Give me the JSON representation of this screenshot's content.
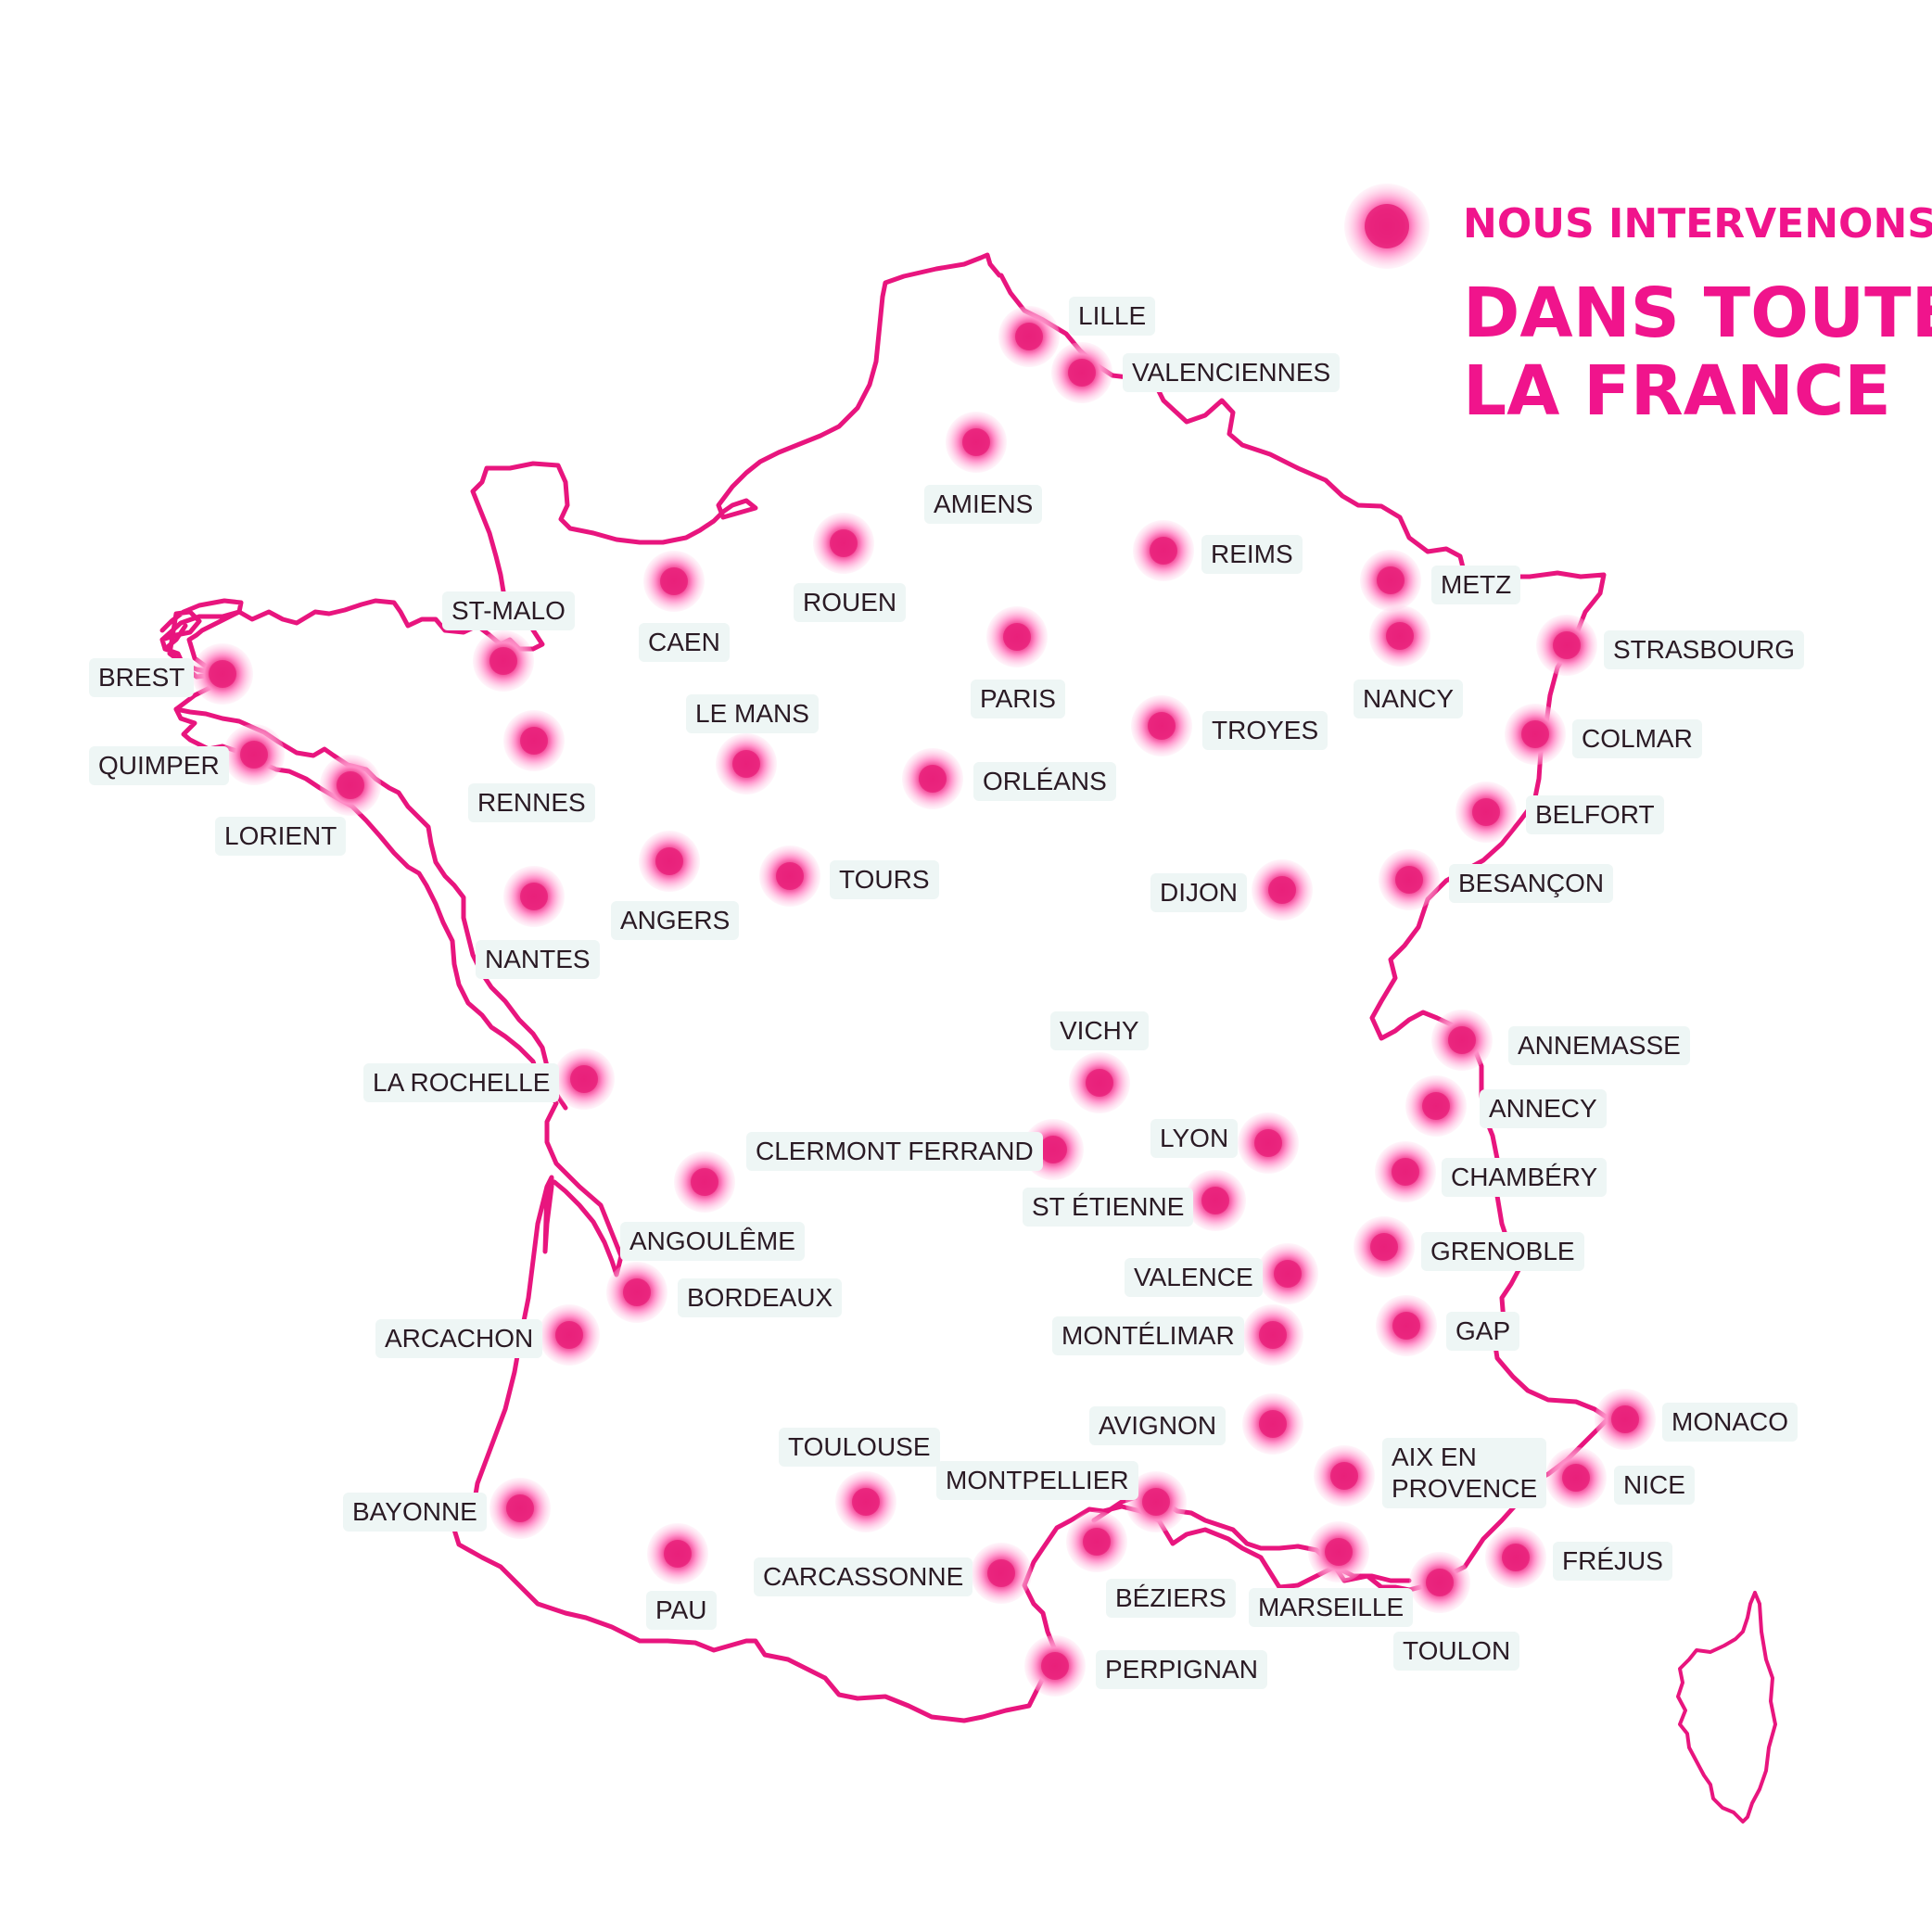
{
  "legend": {
    "marker_icon": "pink-dot-icon",
    "label": "NOUS INTERVENONS",
    "headline_line1": "DANS TOUTE",
    "headline_line2": "LA FRANCE"
  },
  "colors": {
    "accent": "#f0148c",
    "border_line": "#e8157e",
    "north_border_line": "#a8125e",
    "marker_core": "#e8207a",
    "marker_glow": "#ff8fc8",
    "label_bg": "#eef6f5",
    "label_text": "#2a1a24"
  },
  "cities": [
    {
      "name": "LILLE"
    },
    {
      "name": "VALENCIENNES"
    },
    {
      "name": "AMIENS"
    },
    {
      "name": "REIMS"
    },
    {
      "name": "METZ"
    },
    {
      "name": "NANCY"
    },
    {
      "name": "STRASBOURG"
    },
    {
      "name": "COLMAR"
    },
    {
      "name": "BELFORT"
    },
    {
      "name": "BESANÇON"
    },
    {
      "name": "ROUEN"
    },
    {
      "name": "CAEN"
    },
    {
      "name": "ST-MALO"
    },
    {
      "name": "BREST"
    },
    {
      "name": "QUIMPER"
    },
    {
      "name": "LORIENT"
    },
    {
      "name": "RENNES"
    },
    {
      "name": "LE MANS"
    },
    {
      "name": "PARIS"
    },
    {
      "name": "TROYES"
    },
    {
      "name": "ORLÉANS"
    },
    {
      "name": "TOURS"
    },
    {
      "name": "ANGERS"
    },
    {
      "name": "NANTES"
    },
    {
      "name": "DIJON"
    },
    {
      "name": "VICHY"
    },
    {
      "name": "LA ROCHELLE"
    },
    {
      "name": "CLERMONT FERRAND"
    },
    {
      "name": "LYON"
    },
    {
      "name": "ST ÉTIENNE"
    },
    {
      "name": "ANGOULÊME"
    },
    {
      "name": "BORDEAUX"
    },
    {
      "name": "ANNEMASSE"
    },
    {
      "name": "ANNECY"
    },
    {
      "name": "CHAMBÉRY"
    },
    {
      "name": "GRENOBLE"
    },
    {
      "name": "VALENCE"
    },
    {
      "name": "MONTÉLIMAR"
    },
    {
      "name": "GAP"
    },
    {
      "name": "ARCACHON"
    },
    {
      "name": "AVIGNON"
    },
    {
      "name": "MONACO"
    },
    {
      "name": "AIX EN\nPROVENCE"
    },
    {
      "name": "NICE"
    },
    {
      "name": "TOULOUSE"
    },
    {
      "name": "MONTPELLIER"
    },
    {
      "name": "BAYONNE"
    },
    {
      "name": "PAU"
    },
    {
      "name": "CARCASSONNE"
    },
    {
      "name": "BÉZIERS"
    },
    {
      "name": "MARSEILLE"
    },
    {
      "name": "FRÉJUS"
    },
    {
      "name": "TOULON"
    },
    {
      "name": "PERPIGNAN"
    }
  ]
}
